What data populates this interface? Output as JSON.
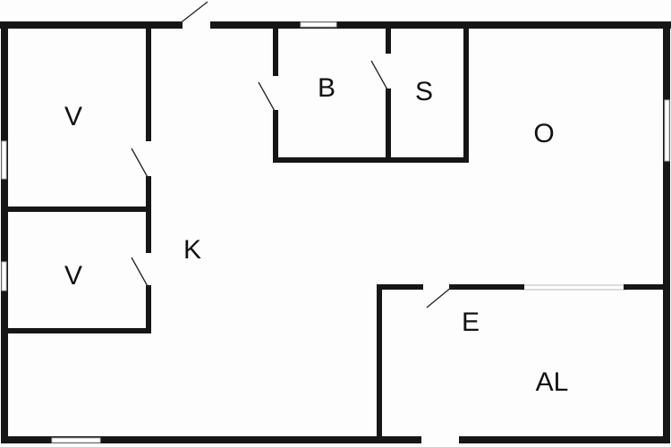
{
  "plan": {
    "rooms": [
      {
        "id": "bedroom-1",
        "label": "V"
      },
      {
        "id": "bedroom-2",
        "label": "V"
      },
      {
        "id": "kitchen",
        "label": "K"
      },
      {
        "id": "bathroom",
        "label": "B"
      },
      {
        "id": "sauna",
        "label": "S"
      },
      {
        "id": "living",
        "label": "O"
      },
      {
        "id": "entry",
        "label": "E"
      },
      {
        "id": "alcove",
        "label": "AL"
      }
    ]
  }
}
